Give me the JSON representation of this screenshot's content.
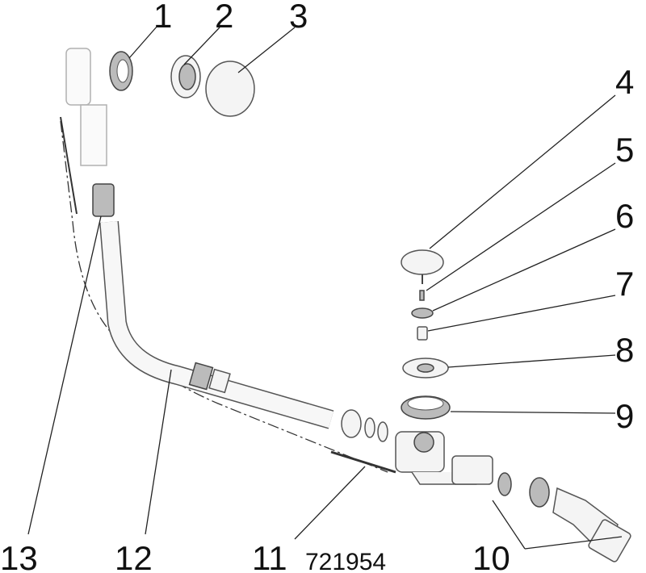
{
  "diagram": {
    "part_labels": [
      "1",
      "2",
      "3",
      "4",
      "5",
      "6",
      "7",
      "8",
      "9",
      "10",
      "11",
      "12",
      "13"
    ],
    "article_number": "721954",
    "colors": {
      "line": "#222222",
      "part_fill": "#f4f4f4",
      "part_stroke": "#555555"
    }
  }
}
